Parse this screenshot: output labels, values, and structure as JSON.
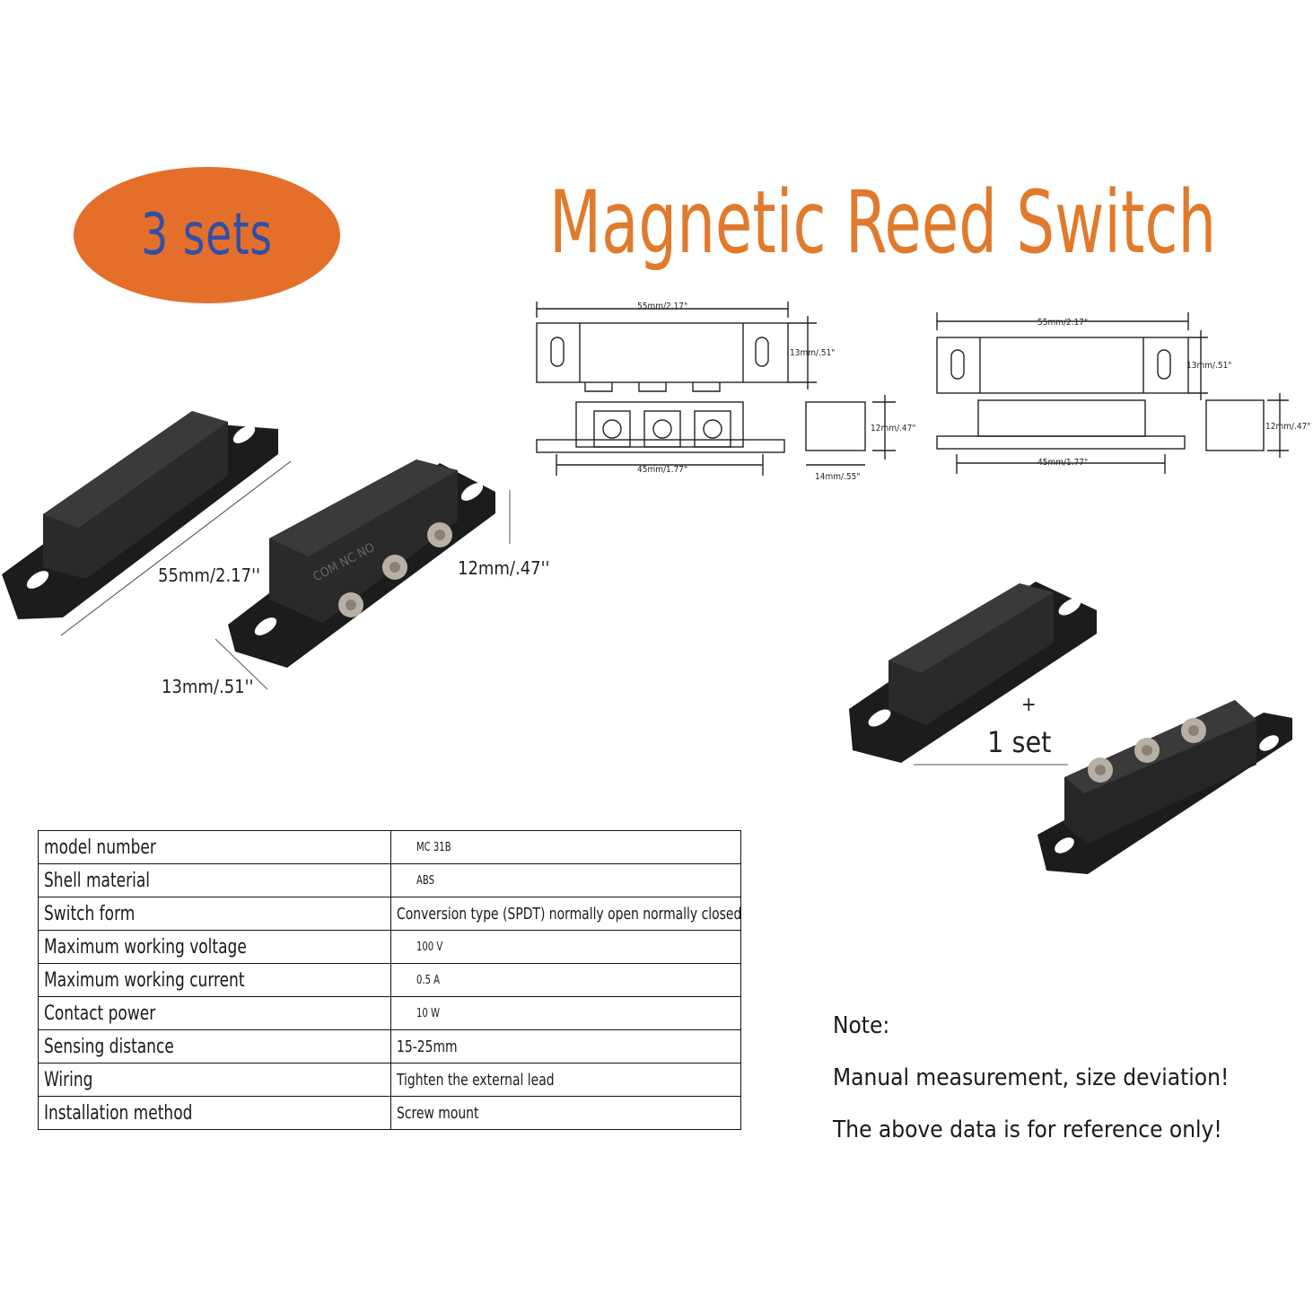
{
  "badge": {
    "text": "3 sets"
  },
  "title": "Magnetic Reed Switch",
  "photo_labels": {
    "length": "55mm/2.17''",
    "height": "12mm/.47''",
    "width": "13mm/.51''",
    "terminals": "COM  NC  NO",
    "plus": "+",
    "set": "1 set"
  },
  "drawing_left": {
    "top_length": "55mm/2.17\"",
    "width": "13mm/.51\"",
    "base_length": "45mm/1.77\"",
    "height": "12mm/.47\"",
    "depth": "14mm/.55\""
  },
  "drawing_right": {
    "top_length": "55mm/2.17\"",
    "width": "13mm/.51\"",
    "base_length": "45mm/1.77\"",
    "height": "12mm/.47\""
  },
  "specs": [
    {
      "label": "model number",
      "value": "MC 31B",
      "small": true
    },
    {
      "label": "Shell material",
      "value": "ABS",
      "small": true
    },
    {
      "label": "Switch form",
      "value": "Conversion type (SPDT) normally open normally closed",
      "small": false
    },
    {
      "label": "Maximum working voltage",
      "value": "100 V",
      "small": true
    },
    {
      "label": "Maximum working current",
      "value": "0.5 A",
      "small": true
    },
    {
      "label": "Contact power",
      "value": "10 W",
      "small": true
    },
    {
      "label": "Sensing distance",
      "value": "15-25mm",
      "small": false
    },
    {
      "label": "Wiring",
      "value": "Tighten the external lead",
      "small": false
    },
    {
      "label": "Installation method",
      "value": "Screw mount",
      "small": false
    }
  ],
  "note": {
    "heading": "Note:",
    "line1": "Manual measurement, size deviation!",
    "line2": "The above data is for reference only!"
  }
}
